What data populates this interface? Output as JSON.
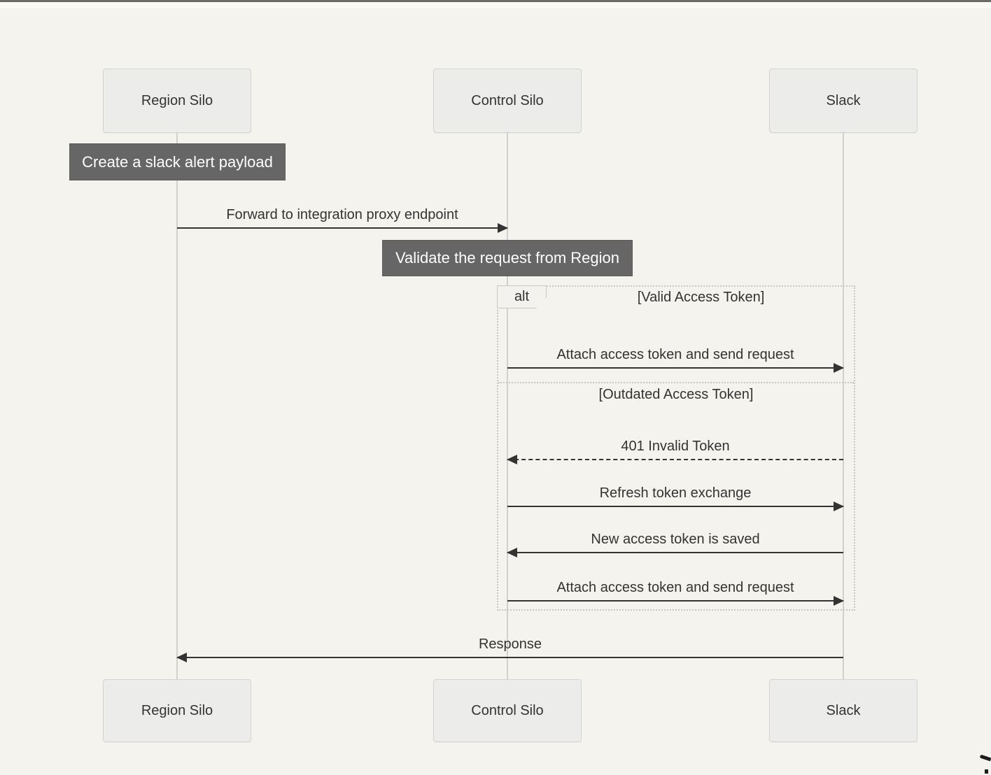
{
  "diagram": {
    "type": "sequence",
    "actors": [
      {
        "name": "Region Silo"
      },
      {
        "name": "Control Silo"
      },
      {
        "name": "Slack"
      }
    ],
    "notes": [
      {
        "text": "Create a slack alert payload",
        "over": "Region Silo"
      },
      {
        "text": "Validate the request from Region",
        "over": "Control Silo"
      }
    ],
    "alt": {
      "label": "alt",
      "sections": [
        {
          "condition": "[Valid Access Token]"
        },
        {
          "condition": "[Outdated Access Token]"
        }
      ]
    },
    "messages": [
      {
        "text": "Forward to integration proxy endpoint",
        "from": "Region Silo",
        "to": "Control Silo",
        "line": "solid"
      },
      {
        "text": "Attach access token and send request",
        "from": "Control Silo",
        "to": "Slack",
        "line": "solid"
      },
      {
        "text": "401 Invalid Token",
        "from": "Slack",
        "to": "Control Silo",
        "line": "dashed"
      },
      {
        "text": "Refresh token exchange",
        "from": "Control Silo",
        "to": "Slack",
        "line": "solid"
      },
      {
        "text": "New access token is saved",
        "from": "Slack",
        "to": "Control Silo",
        "line": "solid"
      },
      {
        "text": "Attach access token and send request",
        "from": "Control Silo",
        "to": "Slack",
        "line": "solid"
      },
      {
        "text": "Response",
        "from": "Slack",
        "to": "Region Silo",
        "line": "solid"
      }
    ],
    "colors": {
      "background": "#f5f3ee",
      "actor_fill": "#ececeb",
      "actor_border": "#d4d3d0",
      "note_fill": "#666666",
      "note_text": "#ffffff",
      "message_line": "#333333",
      "lifeline": "#d2d1cd",
      "frame_border": "#c8c7c2"
    }
  }
}
